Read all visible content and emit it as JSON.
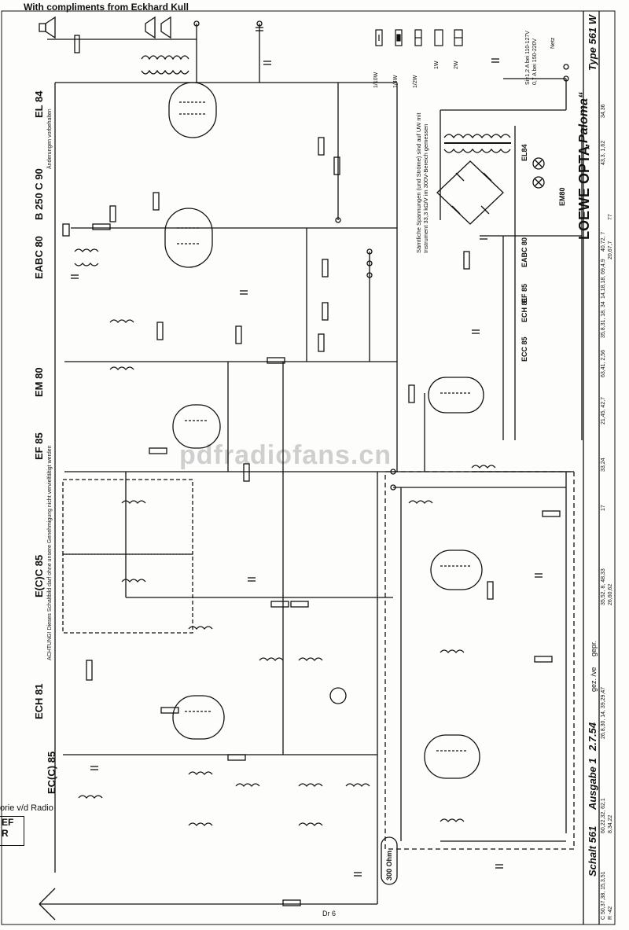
{
  "header": {
    "compliments": "With compliments from Eckhard Kull"
  },
  "brand": {
    "maker": "LOEWE OPTA",
    "model": "„Paloma“",
    "type": "Type 561 W"
  },
  "footer": {
    "schalt": "Schalt 561",
    "ausgabe": "Ausgabe 1",
    "date": "2.7.54",
    "gez": "gez. /ve",
    "gepr": "gepr."
  },
  "warning": "ACHTUNG! Dieses Schaltbild darf ohne unsere Genehmigung nicht vervielfältigt werden",
  "changes": "Änderungen vorbehalten",
  "watermark": "pdfradiofans.cn",
  "tubes": {
    "el84": "EL 84",
    "b250": "B 250 C 90",
    "eabc80": "EABC 80",
    "em80": "EM 80",
    "ef85": "EF 85",
    "ecc85": "E(C)C 85",
    "ech81": "ECH 81",
    "ecc85b": "EC(C) 85"
  },
  "legend_tubes": {
    "el84": "EL84",
    "eabc80": "EABC 80",
    "ef85": "EF 85",
    "ech81": "ECH 81",
    "ecc85": "ECC 85",
    "em80": "EM80"
  },
  "measure_note": "Sämtliche Spannungen (und Ströme) sind auf UW mit Instrument 33,3 kΩ/V im 300V-Bereich gemessen",
  "side_left": {
    "line1": "orie v/d Radio",
    "line2": "EF",
    "line3": "R"
  },
  "resistor_legend": [
    "1/10W",
    "1/4W",
    "1/2W",
    "1W",
    "2W"
  ],
  "fuse": {
    "line1": "Si=1,2 A bei 110-127V",
    "line2": "0,7 A bei 150-220V"
  },
  "netz": "Netz",
  "bottom_labels": {
    "ohm300": "300 Ohm",
    "drc": "Dr 6"
  },
  "pins_right": [
    "C 50,37,38, 15,3,51",
    "R -42",
    "60,22,32, 62,1",
    "8,34,22",
    "26,8,30, 14, 39,29,47",
    "35,52, 8, 48,33",
    "33,24",
    "26,60,62",
    "17",
    "21,45, 42,7",
    "63,41, 2,56",
    "35,8,31, 18, 34",
    "14,18,18, 69,4,9",
    "40,72, 7",
    "20,67,7",
    "77",
    "43,3, 1,62",
    "34,36"
  ]
}
